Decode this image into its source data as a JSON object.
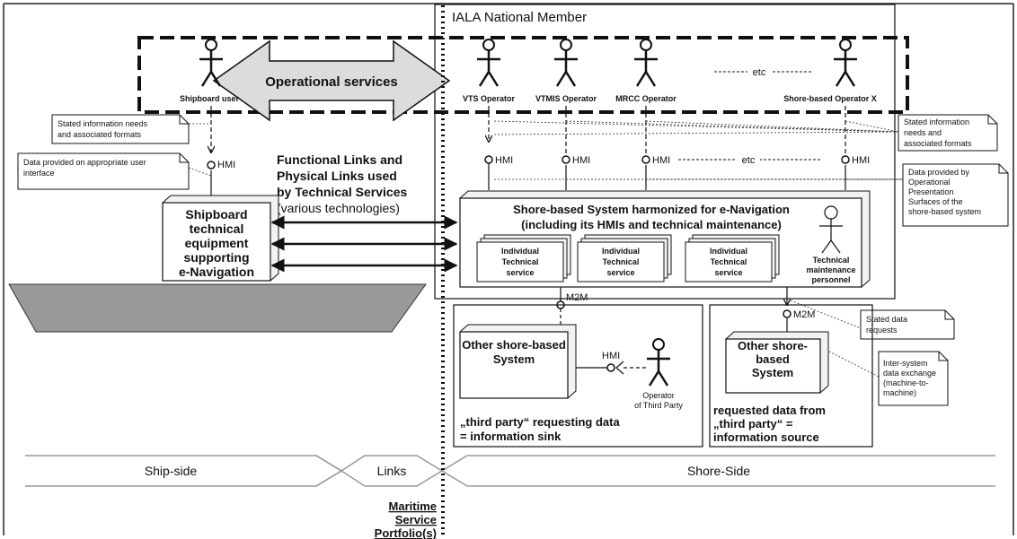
{
  "title": "IALA National Member",
  "operational_services": "Operational services",
  "actors": {
    "shipboard_user": "Shipboard user",
    "vts": "VTS Operator",
    "vtmis": "VTMIS Operator",
    "mrcc": "MRCC Operator",
    "shore_x": "Shore-based Operator X",
    "etc_top": "etc",
    "etc_hmi": "etc"
  },
  "hmi": "HMI",
  "m2m": "M2M",
  "notes": {
    "stated_info_left": [
      "Stated information needs",
      "and associated formats"
    ],
    "data_provided_left": [
      "Data provided on appropriate user",
      "interface"
    ],
    "stated_info_right": [
      "Stated information",
      "needs and",
      "associated formats"
    ],
    "data_provided_right": [
      "Data provided by",
      "Operational",
      "Presentation",
      "Surfaces of the",
      "shore-based system"
    ],
    "stated_data_requests": [
      "Stated data",
      "requests"
    ],
    "inter_system": [
      "Inter-system",
      "data exchange",
      "(machine-to-",
      "machine)"
    ]
  },
  "links_text": [
    "Functional Links and",
    "Physical Links used",
    "by Technical Services",
    "(various technologies)"
  ],
  "shipboard_equipment": [
    "Shipboard",
    "technical",
    "equipment",
    "supporting",
    "e-Navigation"
  ],
  "shore_system": [
    "Shore-based System harmonized for e-Navigation",
    "(including its HMIs and technical maintenance)"
  ],
  "technical_service": [
    "Individual",
    "Technical",
    "service"
  ],
  "maintenance": [
    "Technical",
    "maintenance",
    "personnel"
  ],
  "other_system_left": [
    "Other shore-based",
    "System"
  ],
  "operator_third_party": [
    "Operator",
    "of Third Party"
  ],
  "third_party_sink": [
    "„third party“ requesting data",
    "= information sink"
  ],
  "other_system_right": [
    "Other shore-",
    "based",
    "System"
  ],
  "third_party_source": [
    "requested data from",
    "„third party“ =",
    "information source"
  ],
  "bottom": {
    "ship_side": "Ship-side",
    "links": "Links",
    "shore_side": "Shore-Side"
  },
  "portfolio": [
    "Maritime",
    "Service",
    "Portfolio(s)"
  ]
}
